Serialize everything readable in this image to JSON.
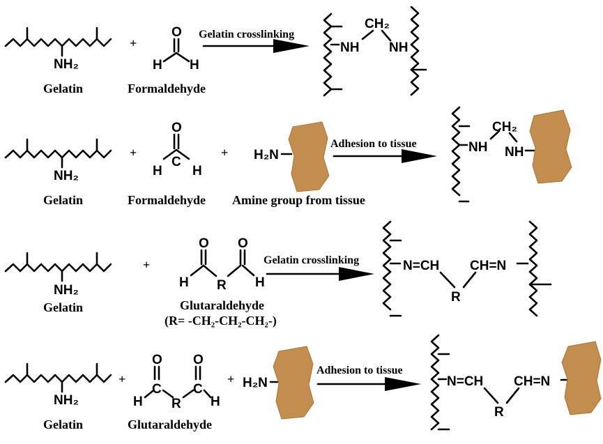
{
  "labels": {
    "gelatin": "Gelatin",
    "formaldehyde": "Formaldehyde",
    "glutaraldehyde": "Glutaraldehyde",
    "amine_from_tissue": "Amine group from tissue",
    "r_definition": "(R= -CH₂-CH₂-CH₂-)",
    "plus": "+"
  },
  "arrows": {
    "gelatin_crosslinking": "Gelatin crosslinking",
    "adhesion_to_tissue": "Adhesion to tissue"
  },
  "atoms": {
    "nh2": "NH₂",
    "h2n": "H₂N",
    "nh": "NH",
    "ch2": "CH₂",
    "o": "O",
    "h": "H",
    "c": "C",
    "r": "R",
    "n_eq_ch": "N=CH",
    "ch_eq_n": "CH=N"
  },
  "colors": {
    "tissue": "#c18e4f",
    "ink": "#000000"
  }
}
